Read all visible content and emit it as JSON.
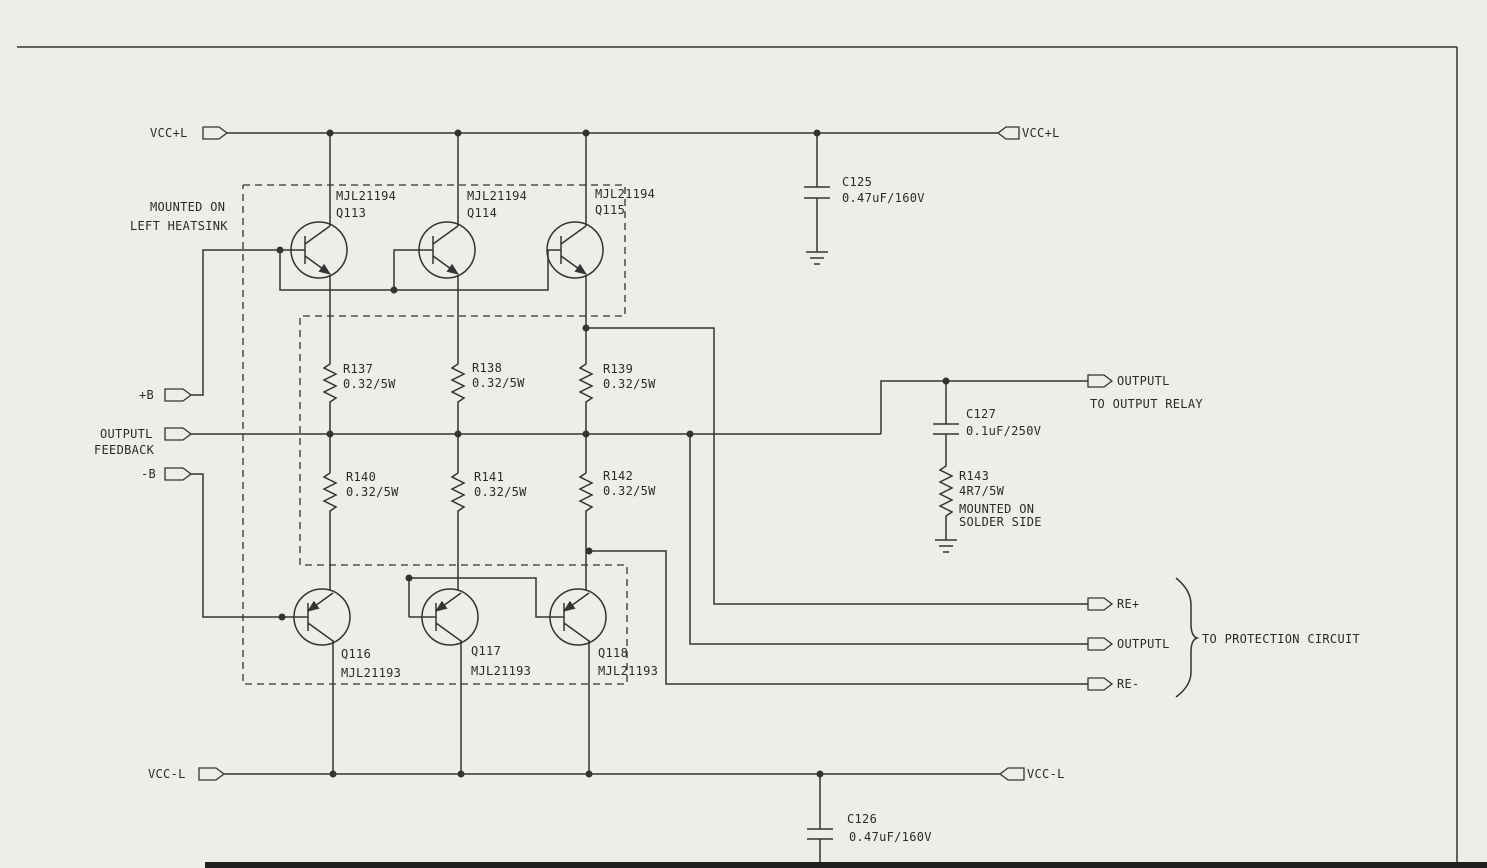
{
  "ports": {
    "vcc_pos_left": "VCC+L",
    "vcc_pos_right": "VCC+L",
    "vcc_neg_left": "VCC-L",
    "vcc_neg_right": "VCC-L",
    "plus_b": "+B",
    "minus_b": "-B",
    "outputl_feedback_1": "OUTPUTL",
    "outputl_feedback_2": "FEEDBACK",
    "outputl_relay": "OUTPUTL",
    "to_output_relay": "TO OUTPUT RELAY",
    "re_plus": "RE+",
    "outputl_protection": "OUTPUTL",
    "re_minus": "RE-",
    "to_protection_circuit": "TO PROTECTION CIRCUIT"
  },
  "heatsink_note": [
    "MOUNTED ON",
    "LEFT HEATSINK"
  ],
  "transistors": {
    "q113": {
      "part": "MJL21194",
      "ref": "Q113"
    },
    "q114": {
      "part": "MJL21194",
      "ref": "Q114"
    },
    "q115": {
      "part": "MJL21194",
      "ref": "Q115"
    },
    "q116": {
      "part": "MJL21193",
      "ref": "Q116"
    },
    "q117": {
      "part": "MJL21193",
      "ref": "Q117"
    },
    "q118": {
      "part": "MJL21193",
      "ref": "Q118"
    }
  },
  "resistors": {
    "r137": {
      "ref": "R137",
      "value": "0.32/5W"
    },
    "r138": {
      "ref": "R138",
      "value": "0.32/5W"
    },
    "r139": {
      "ref": "R139",
      "value": "0.32/5W"
    },
    "r140": {
      "ref": "R140",
      "value": "0.32/5W"
    },
    "r141": {
      "ref": "R141",
      "value": "0.32/5W"
    },
    "r142": {
      "ref": "R142",
      "value": "0.32/5W"
    },
    "r143": {
      "ref": "R143",
      "value": "4R7/5W",
      "note": [
        "MOUNTED ON",
        "SOLDER SIDE"
      ]
    }
  },
  "capacitors": {
    "c125": {
      "ref": "C125",
      "value": "0.47uF/160V"
    },
    "c126": {
      "ref": "C126",
      "value": "0.47uF/160V"
    },
    "c127": {
      "ref": "C127",
      "value": "0.1uF/250V"
    }
  }
}
